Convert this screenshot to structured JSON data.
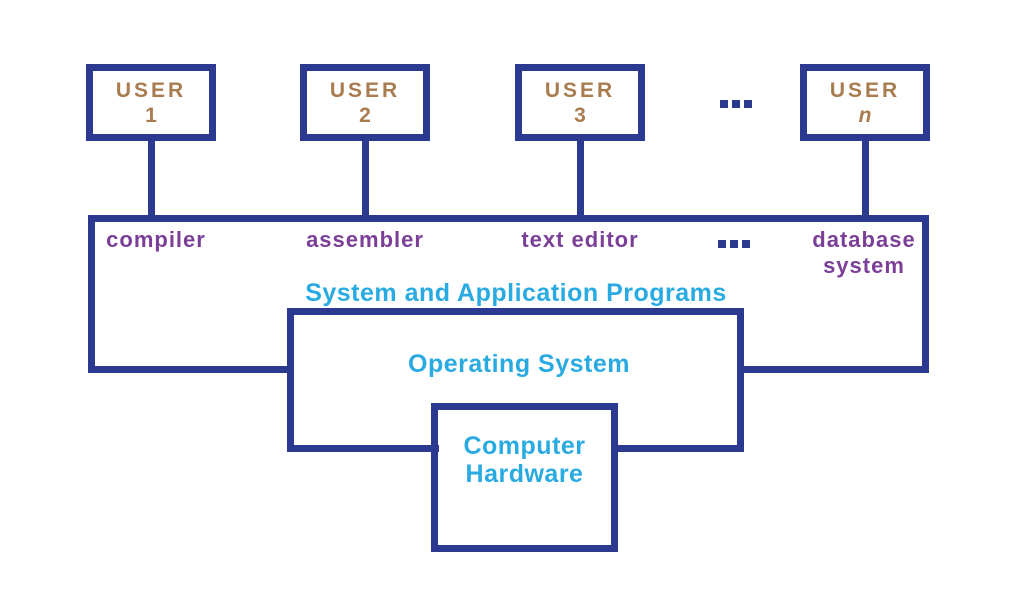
{
  "diagram": {
    "users": [
      {
        "title": "USER",
        "subscript": "1"
      },
      {
        "title": "USER",
        "subscript": "2"
      },
      {
        "title": "USER",
        "subscript": "3"
      },
      {
        "title": "USER",
        "subscript": "n"
      }
    ],
    "ellipsis": "...",
    "programs": {
      "labels": [
        "compiler",
        "assembler",
        "text editor"
      ],
      "database_line1": "database",
      "database_line2": "system",
      "title": "System and Application Programs"
    },
    "os": {
      "label": "Operating System"
    },
    "hardware": {
      "line1": "Computer",
      "line2": "Hardware"
    },
    "colors": {
      "line": "#2B3990",
      "user_text": "#A97C50",
      "program_text": "#7B3F98",
      "system_text": "#29ABE2",
      "background": "#FFFFFF"
    }
  }
}
